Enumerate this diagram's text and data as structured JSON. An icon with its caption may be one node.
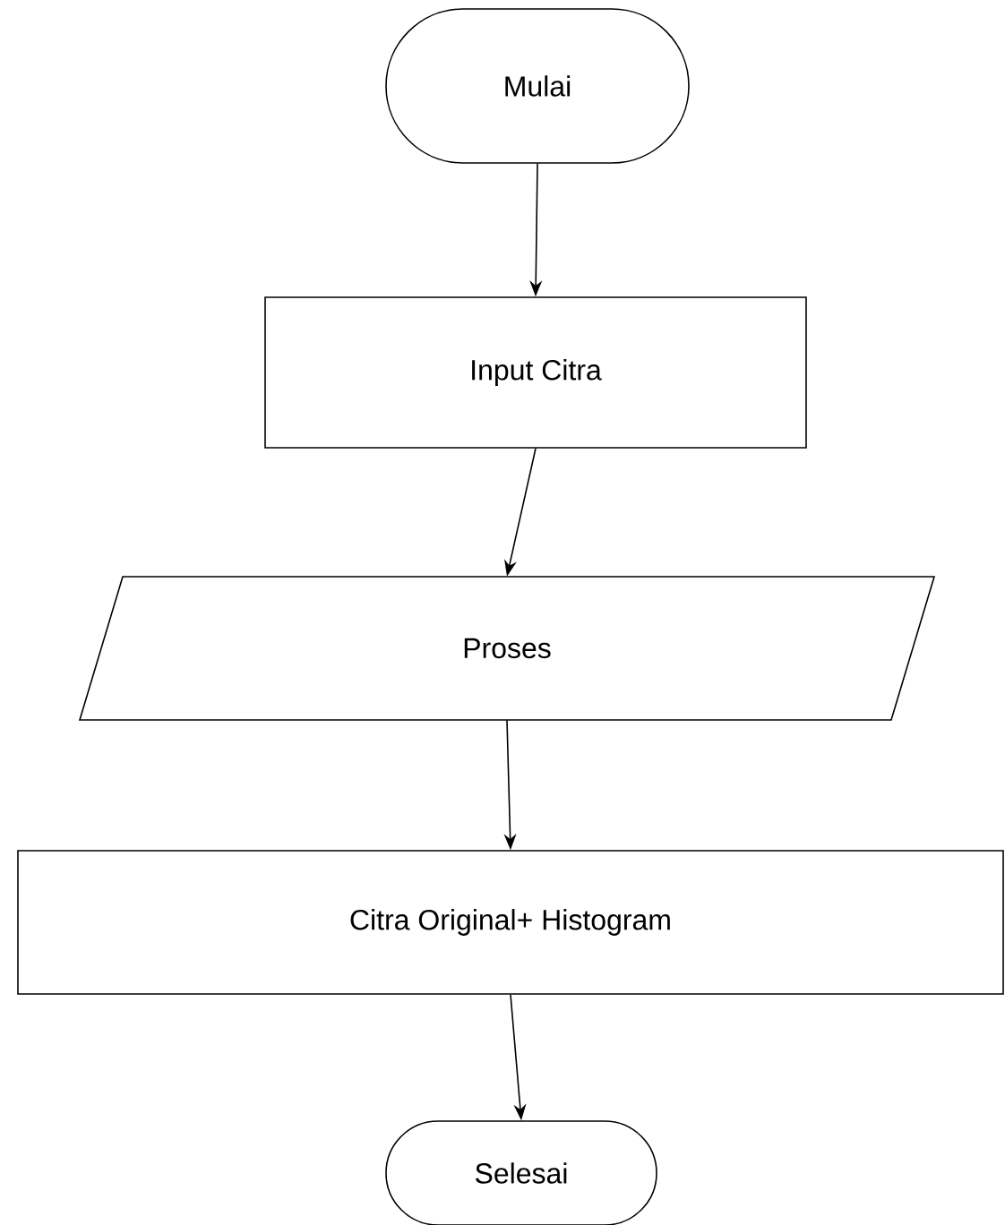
{
  "diagram": {
    "nodes": [
      {
        "text": [
          "Mulai"
        ]
      },
      {
        "text": [
          "Input Citra"
        ]
      },
      {
        "text": [
          "Proses"
        ]
      },
      {
        "text": [
          "Citra Original+ Histogram"
        ]
      },
      {
        "text": [
          "Selesai"
        ]
      }
    ],
    "edges": [
      {
        "from": 0,
        "to": 1,
        "arrow": "to"
      },
      {
        "from": 1,
        "to": 2,
        "arrow": "to"
      },
      {
        "from": 2,
        "to": 3,
        "arrow": "to"
      },
      {
        "from": 3,
        "to": 4,
        "arrow": "to"
      }
    ]
  }
}
